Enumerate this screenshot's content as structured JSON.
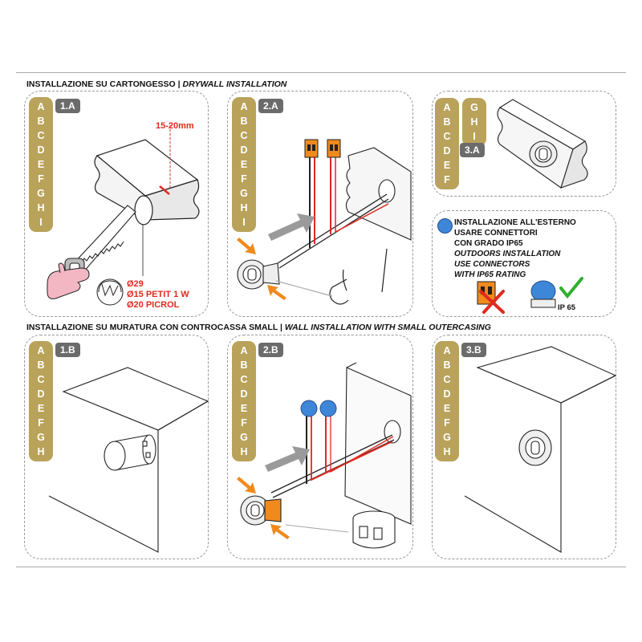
{
  "sections": {
    "drywall": {
      "it": "INSTALLAZIONE SU CARTONGESSO",
      "sep": " | ",
      "en": "DRYWALL INSTALLATION"
    },
    "wall": {
      "it": "INSTALLAZIONE SU MURATURA CON CONTROCASSA SMALL",
      "sep": " | ",
      "en": "WALL INSTALLATION WITH SMALL OUTERCASING"
    }
  },
  "steps": {
    "s1a": {
      "badge": "1.A",
      "letters": [
        "A",
        "B",
        "C",
        "D",
        "E",
        "F",
        "G",
        "H",
        "I"
      ]
    },
    "s2a": {
      "badge": "2.A",
      "letters": [
        "A",
        "B",
        "C",
        "D",
        "E",
        "F",
        "G",
        "H",
        "I"
      ]
    },
    "s3a": {
      "badge": "3.A",
      "letters_left": [
        "A",
        "B",
        "C",
        "D",
        "E",
        "F"
      ],
      "letters_right": [
        "G",
        "H",
        "I"
      ]
    },
    "s1b": {
      "badge": "1.B",
      "letters": [
        "A",
        "B",
        "C",
        "D",
        "E",
        "F",
        "G",
        "H"
      ]
    },
    "s2b": {
      "badge": "2.B",
      "letters": [
        "A",
        "B",
        "C",
        "D",
        "E",
        "F",
        "G",
        "H"
      ]
    },
    "s3b": {
      "badge": "3.B",
      "letters": [
        "A",
        "B",
        "C",
        "D",
        "E",
        "F",
        "G",
        "H"
      ]
    }
  },
  "cut_label": "15-20mm",
  "hole_sizes": [
    "Ø29",
    "Ø15 PETIT 1 W",
    "Ø20 PICROL"
  ],
  "outdoor_note": {
    "it": [
      "INSTALLAZIONE ALL'ESTERNO",
      "USARE CONNETTORI",
      "CON GRADO IP65"
    ],
    "en": [
      "OUTDOORS INSTALLATION",
      "USE CONNECTORS",
      "WITH IP65 RATING"
    ]
  },
  "ip65_label": "IP 65",
  "colors": {
    "gold": "#b9a25a",
    "badge": "#6b6b6b",
    "red": "#e02a1f",
    "blue": "#3e86d8",
    "orange": "#f08a1c",
    "green": "#2fae2f"
  },
  "icons": [
    "saw-icon",
    "hand-icon",
    "arrow-icon",
    "connector-icon",
    "check-icon",
    "cross-icon",
    "spring-clip-icon",
    "outercasing-icon"
  ]
}
